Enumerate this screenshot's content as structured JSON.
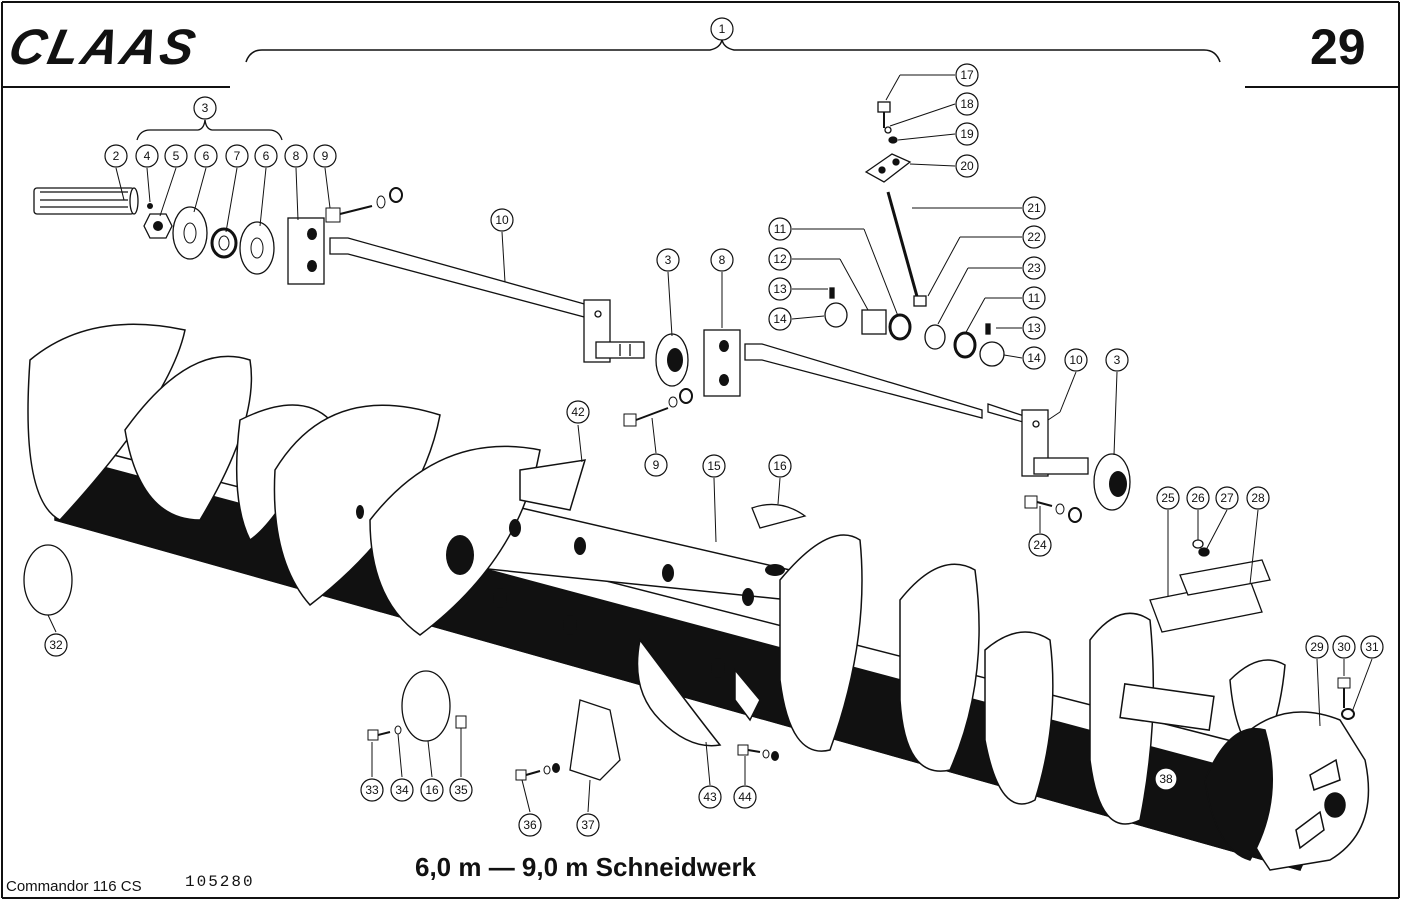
{
  "header": {
    "brand": "CLAAS",
    "page_number": "29"
  },
  "footer": {
    "model": "Commandor 116 CS",
    "doc_number": "105280",
    "caption": "6,0 m — 9,0 m Schneidwerk"
  },
  "callouts": {
    "c1": "1",
    "c3a": "3",
    "c2": "2",
    "c4": "4",
    "c5": "5",
    "c6a": "6",
    "c7": "7",
    "c6b": "6",
    "c8a": "8",
    "c9a": "9",
    "c10a": "10",
    "c3b": "3",
    "c8b": "8",
    "c9b": "9",
    "c42": "42",
    "c15": "15",
    "c16a": "16",
    "c17": "17",
    "c18": "18",
    "c19": "19",
    "c20": "20",
    "c21": "21",
    "c22": "22",
    "c23": "23",
    "c11a": "11",
    "c12": "12",
    "c13a": "13",
    "c14a": "14",
    "c11b": "11",
    "c13b": "13",
    "c14b": "14",
    "c10b": "10",
    "c3c": "3",
    "c24": "24",
    "c25": "25",
    "c26": "26",
    "c27": "27",
    "c28": "28",
    "c29": "29",
    "c30": "30",
    "c31": "31",
    "c38": "38",
    "c32": "32",
    "c33": "33",
    "c34": "34",
    "c16b": "16",
    "c35": "35",
    "c36": "36",
    "c37": "37",
    "c43": "43",
    "c44": "44"
  }
}
